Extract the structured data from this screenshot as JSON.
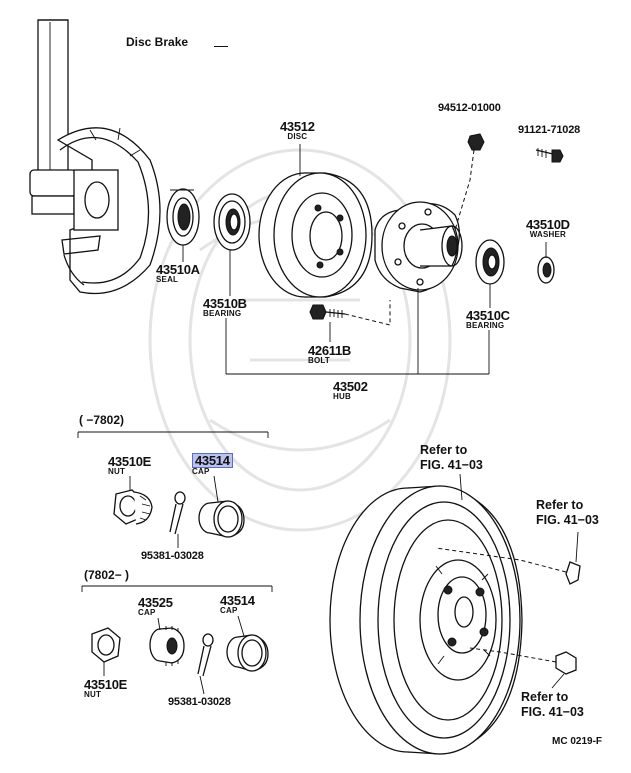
{
  "diagram": {
    "title": "Disc Brake",
    "catalog_code": "MC 0219-F",
    "section_old": "(     −7802)",
    "section_new": "(7802−     )",
    "parts": [
      {
        "id": "p43512",
        "number": "43512",
        "name": "DISC"
      },
      {
        "id": "p94512",
        "number": "94512-01000",
        "name": ""
      },
      {
        "id": "p91121",
        "number": "91121-71028",
        "name": ""
      },
      {
        "id": "p43510D",
        "number": "43510D",
        "name": "WASHER"
      },
      {
        "id": "p43510A",
        "number": "43510A",
        "name": "SEAL"
      },
      {
        "id": "p43510B",
        "number": "43510B",
        "name": "BEARING"
      },
      {
        "id": "p43510C",
        "number": "43510C",
        "name": "BEARING"
      },
      {
        "id": "p42611B",
        "number": "42611B",
        "name": "BOLT"
      },
      {
        "id": "p43502",
        "number": "43502",
        "name": "HUB"
      },
      {
        "id": "p43510E_a",
        "number": "43510E",
        "name": "NUT"
      },
      {
        "id": "p43514_a",
        "number": "43514",
        "name": "CAP",
        "highlighted": true
      },
      {
        "id": "p95381_a",
        "number": "95381-03028",
        "name": ""
      },
      {
        "id": "p43525",
        "number": "43525",
        "name": "CAP"
      },
      {
        "id": "p43514_b",
        "number": "43514",
        "name": "CAP"
      },
      {
        "id": "p43510E_b",
        "number": "43510E",
        "name": "NUT"
      },
      {
        "id": "p95381_b",
        "number": "95381-03028",
        "name": ""
      }
    ],
    "references": [
      {
        "id": "ref1",
        "line1": "Refer to",
        "line2": "FIG. 41−03"
      },
      {
        "id": "ref2",
        "line1": "Refer to",
        "line2": "FIG. 41−03"
      },
      {
        "id": "ref3",
        "line1": "Refer to",
        "line2": "FIG. 41−03"
      }
    ]
  }
}
